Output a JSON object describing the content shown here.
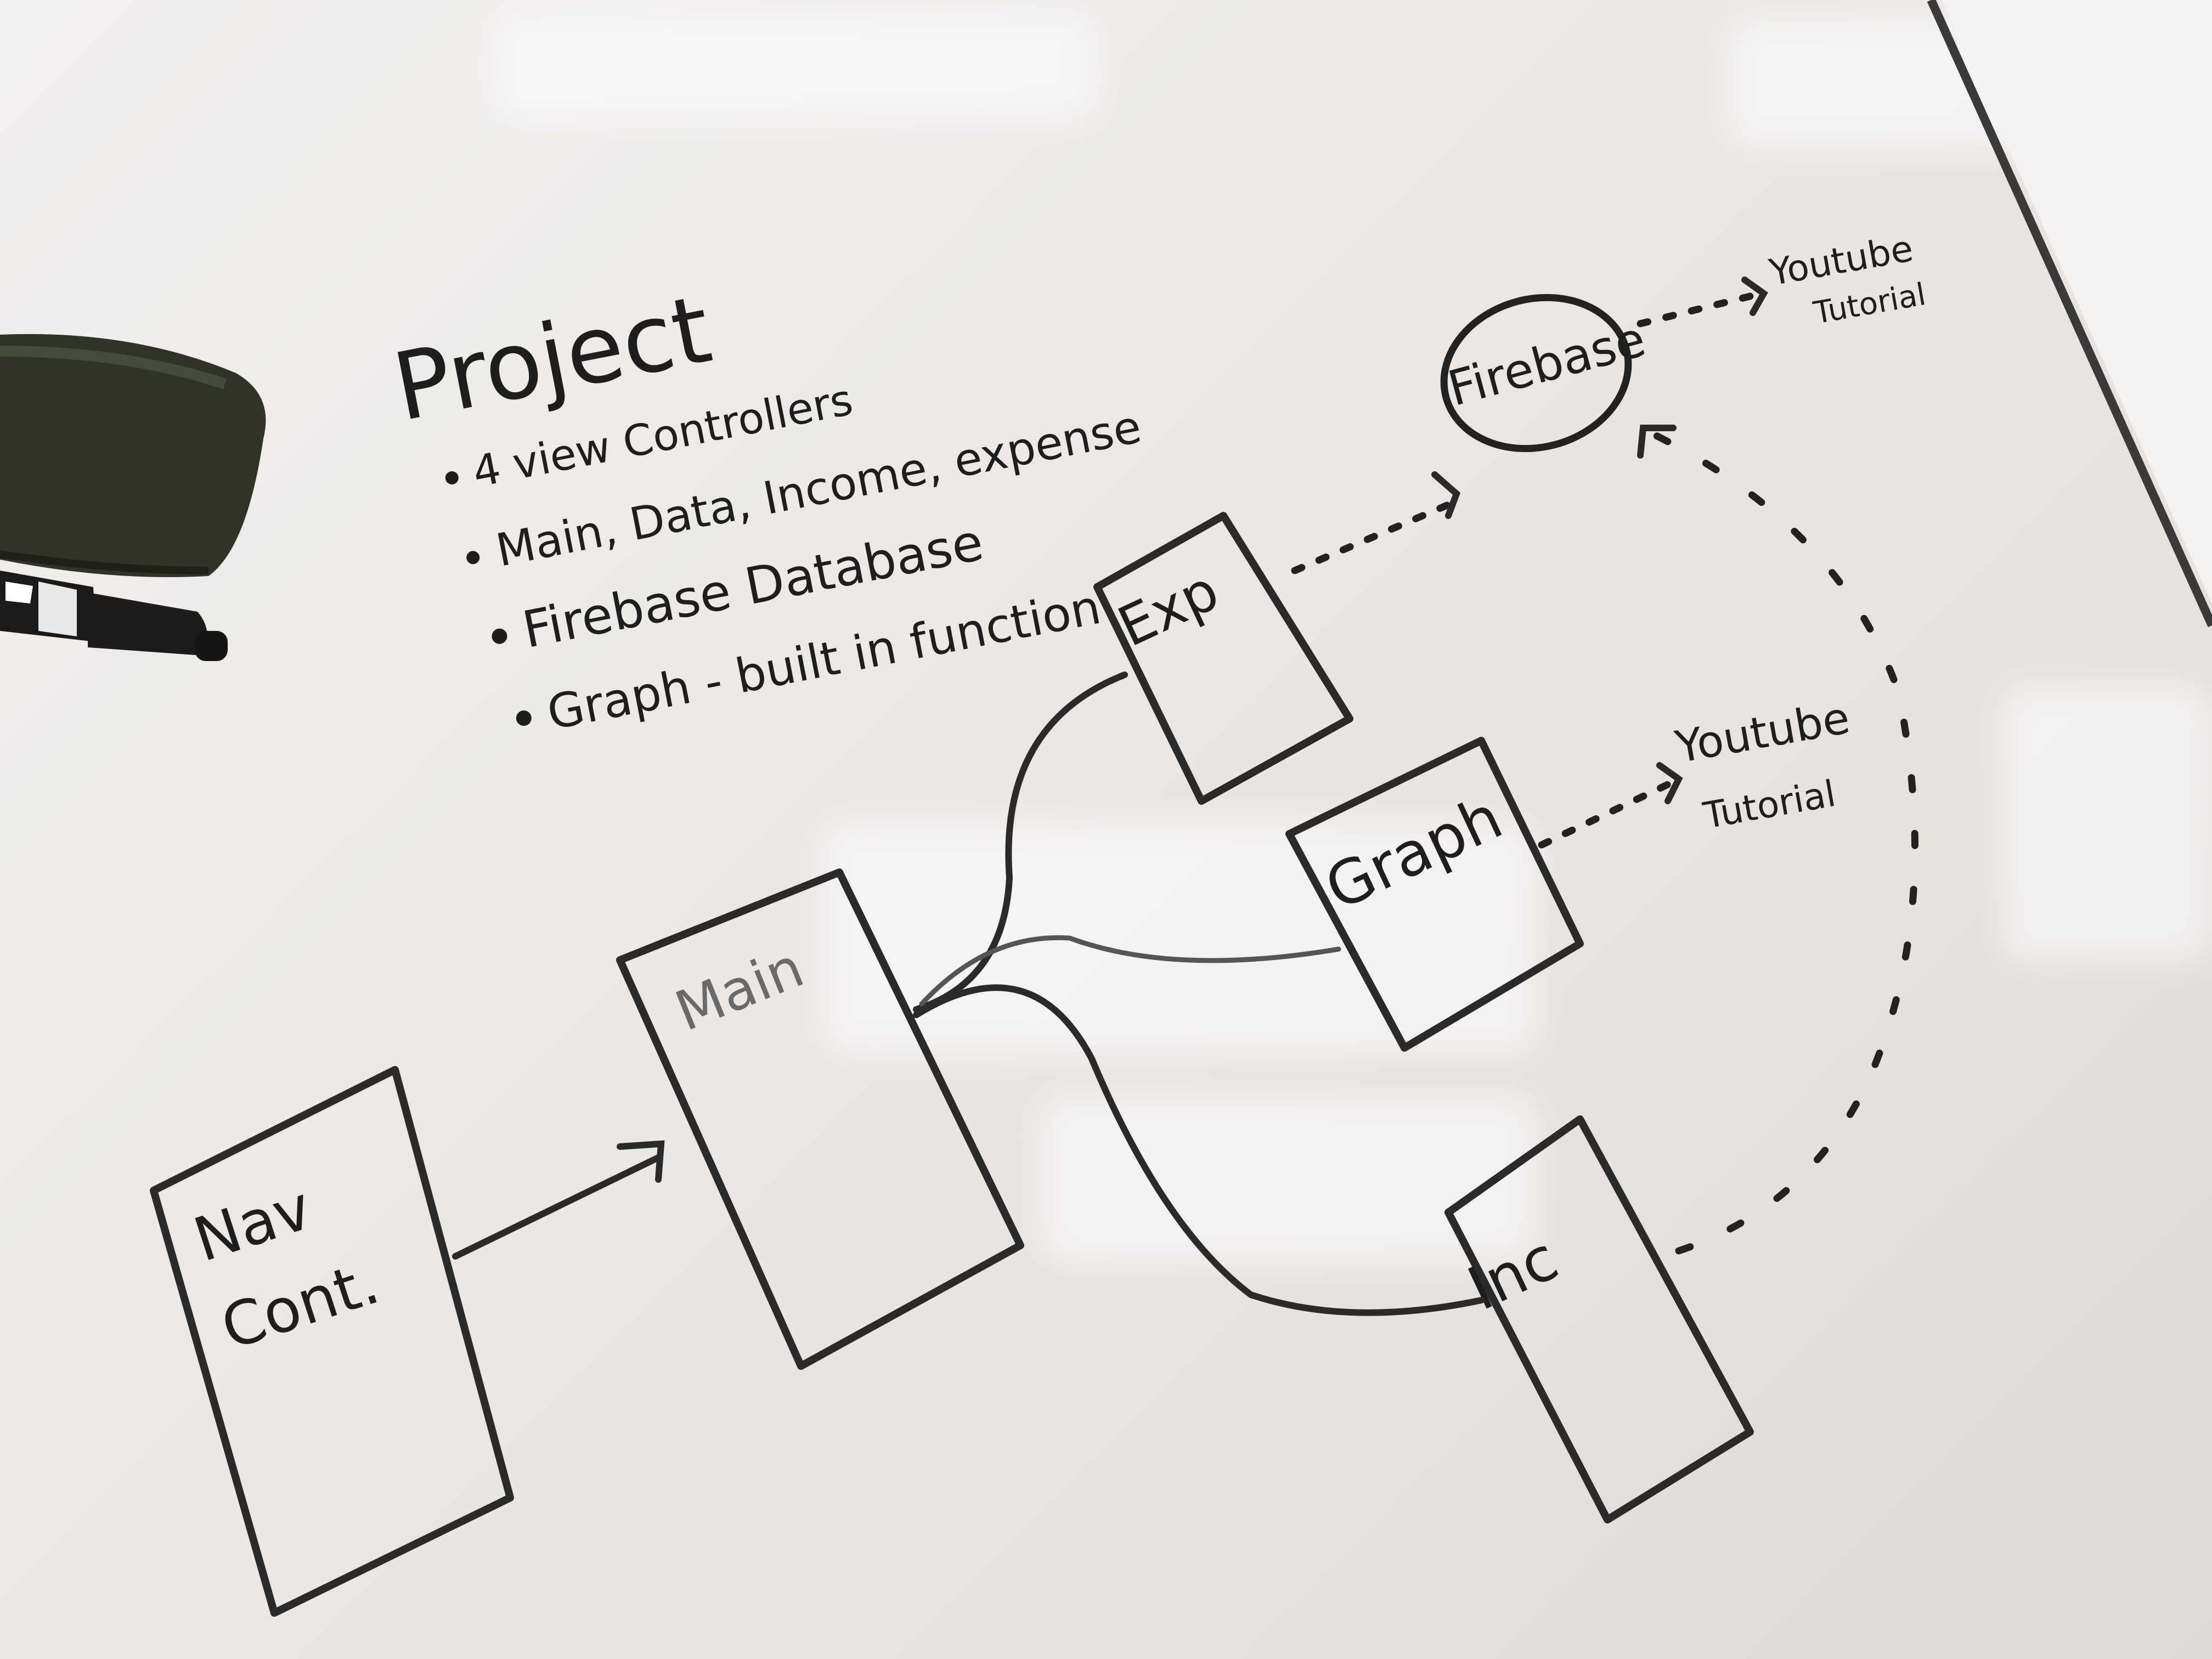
{
  "whiteboard": {
    "title": "Project",
    "bullets": [
      "4 view Controllers",
      "Main, Data, Income, expense",
      "Firebase Database",
      "Graph - built in function"
    ],
    "nodes": {
      "nav": [
        "Nav",
        "Cont."
      ],
      "main": "Main",
      "exp": "Exp",
      "graph": "Graph",
      "inc": "Inc",
      "firebase": "Firebase"
    },
    "notes": {
      "firebase_tutorial": [
        "Youtube",
        "Tutorial"
      ],
      "graph_tutorial": [
        "Youtube",
        "Tutorial"
      ]
    }
  },
  "colors": {
    "ink": "#1e1e1e",
    "board": "#ebe8e5",
    "eraser": "#2f3328",
    "marker_body": "#1a1a1a",
    "frame": "#3a3a3a"
  },
  "icons": [
    "eraser-icon",
    "marker-icon"
  ]
}
